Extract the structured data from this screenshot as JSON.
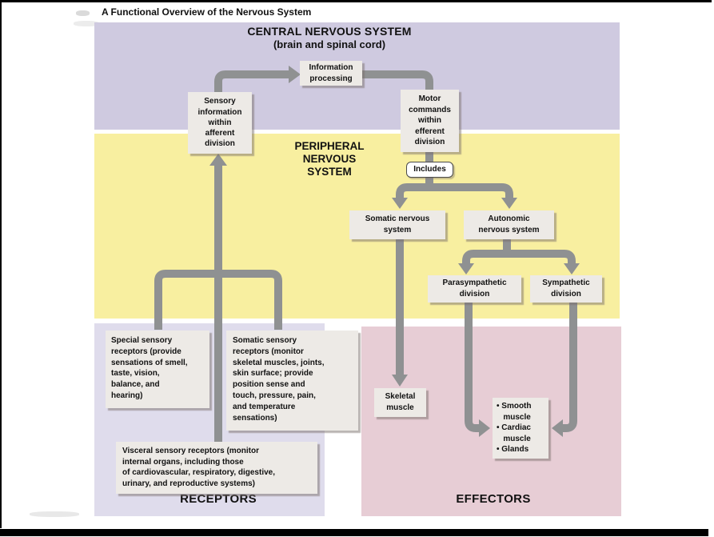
{
  "figure": {
    "title": "A Functional Overview of the Nervous System"
  },
  "regions": {
    "cns": {
      "name": "CENTRAL NERVOUS SYSTEM",
      "subtitle": "(brain and spinal cord)",
      "color": "#cfcae0"
    },
    "pns": {
      "name": "PERIPHERAL\nNERVOUS\nSYSTEM",
      "color": "#f8efa0"
    },
    "receptors": {
      "name": "RECEPTORS",
      "color": "#dfdcec"
    },
    "effectors": {
      "name": "EFFECTORS",
      "color": "#e7cdd5"
    }
  },
  "nodes": {
    "information_processing": {
      "label": "Information\nprocessing"
    },
    "sensory_afferent": {
      "label": "Sensory\ninformation\nwithin\nafferent\ndivision"
    },
    "motor_efferent": {
      "label": "Motor\ncommands\nwithin\nefferent\ndivision"
    },
    "includes": {
      "label": "Includes"
    },
    "somatic_nervous_system": {
      "label": "Somatic nervous\nsystem"
    },
    "autonomic_nervous_system": {
      "label": "Autonomic\nnervous system"
    },
    "parasympathetic_division": {
      "label": "Parasympathetic\ndivision"
    },
    "sympathetic_division": {
      "label": "Sympathetic\ndivision"
    },
    "special_sensory_receptors": {
      "label": "Special sensory\nreceptors (provide\nsensations of smell,\ntaste, vision,\nbalance, and\nhearing)"
    },
    "somatic_sensory_receptors": {
      "label": "Somatic sensory\nreceptors (monitor\nskeletal muscles, joints,\nskin surface; provide\nposition sense and\ntouch, pressure, pain,\nand temperature\nsensations)"
    },
    "visceral_sensory_receptors": {
      "label": "Visceral sensory receptors (monitor\ninternal organs, including those\nof cardiovascular, respiratory, digestive,\nurinary, and reproductive systems)"
    },
    "skeletal_muscle": {
      "label": "Skeletal\nmuscle"
    },
    "effector_targets": {
      "label": "• Smooth\n   muscle\n• Cardiac\n   muscle\n• Glands"
    }
  },
  "edges": [
    {
      "from": "special_sensory_receptors",
      "to": "sensory_afferent"
    },
    {
      "from": "somatic_sensory_receptors",
      "to": "sensory_afferent"
    },
    {
      "from": "visceral_sensory_receptors",
      "to": "sensory_afferent"
    },
    {
      "from": "sensory_afferent",
      "to": "information_processing"
    },
    {
      "from": "information_processing",
      "to": "motor_efferent"
    },
    {
      "from": "motor_efferent",
      "to": "somatic_nervous_system"
    },
    {
      "from": "motor_efferent",
      "to": "autonomic_nervous_system"
    },
    {
      "from": "autonomic_nervous_system",
      "to": "parasympathetic_division"
    },
    {
      "from": "autonomic_nervous_system",
      "to": "sympathetic_division"
    },
    {
      "from": "somatic_nervous_system",
      "to": "skeletal_muscle"
    },
    {
      "from": "parasympathetic_division",
      "to": "effector_targets"
    },
    {
      "from": "sympathetic_division",
      "to": "effector_targets"
    }
  ],
  "colors": {
    "arrow": "#8f9192",
    "box_fill": "#edeae6",
    "text": "#111111",
    "frame": "#000000"
  }
}
